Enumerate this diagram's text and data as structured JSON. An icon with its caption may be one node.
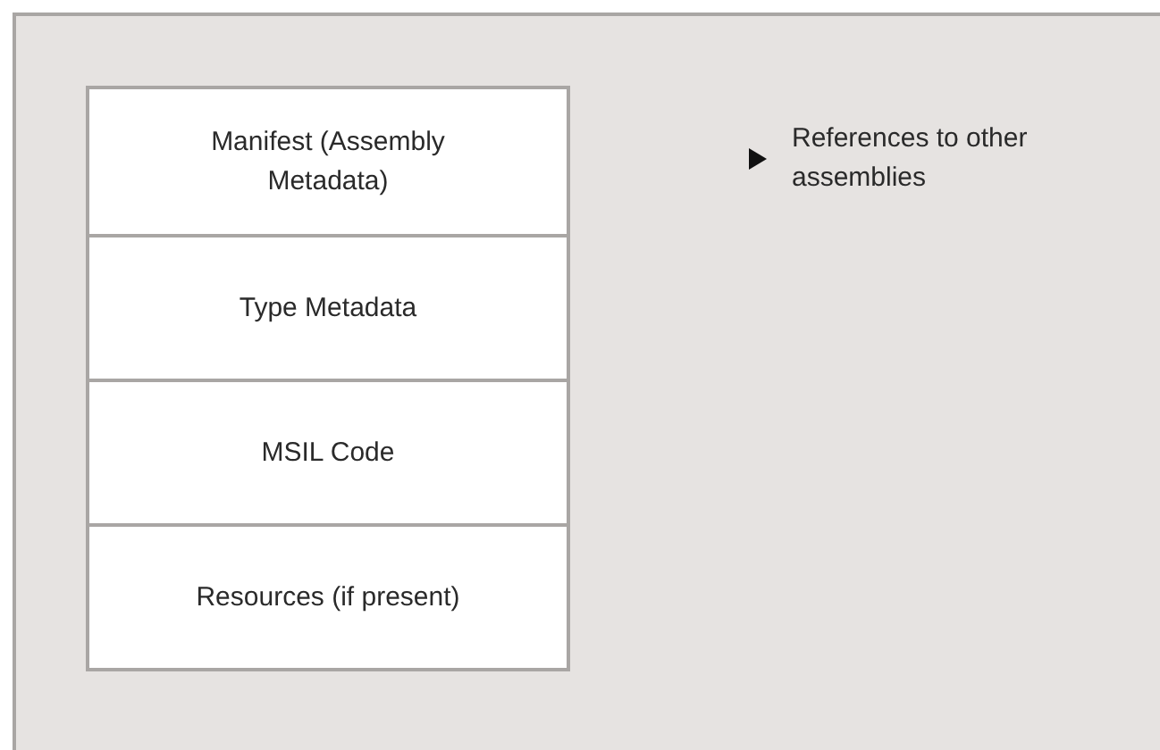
{
  "diagram": {
    "nodes": [
      {
        "text": [
          "Manifest (Assembly Metadata)"
        ]
      },
      {
        "text": [
          "Type Metadata"
        ]
      },
      {
        "text": [
          "MSIL Code"
        ]
      },
      {
        "text": [
          "Resources (if present)"
        ]
      }
    ],
    "labels": [
      "References to other assemblies"
    ]
  }
}
